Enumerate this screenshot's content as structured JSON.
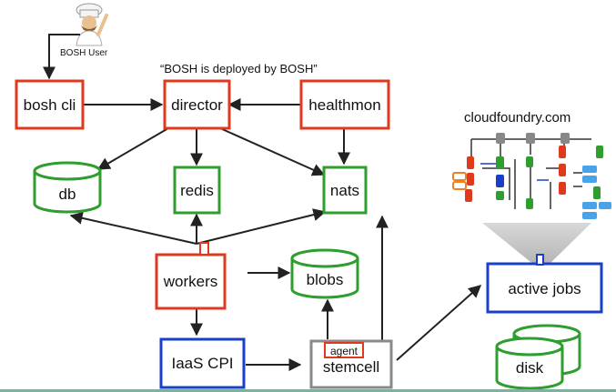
{
  "user": {
    "label": "BOSH User",
    "icon": "chef-icon"
  },
  "caption": "“BOSH is deployed by BOSH”",
  "cf_label": "cloudfoundry.com",
  "nodes": {
    "bosh_cli": "bosh cli",
    "director": "director",
    "healthmon": "healthmon",
    "db": "db",
    "redis": "redis",
    "nats": "nats",
    "workers": "workers",
    "blobs": "blobs",
    "iaas_cpi": "IaaS CPI",
    "stemcell": "stemcell",
    "agent": "agent",
    "active_jobs": "active jobs",
    "disk": "disk"
  },
  "colors": {
    "red": "#e03a1e",
    "green": "#2e9e2e",
    "blue": "#1a3fc8",
    "gray": "#8a8a8a",
    "arrow": "#222222"
  }
}
